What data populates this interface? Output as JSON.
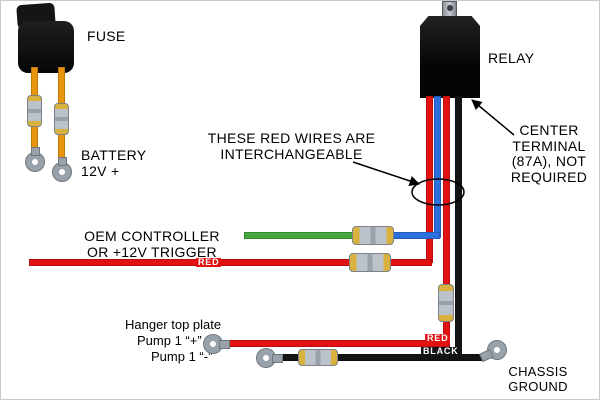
{
  "fuse": {
    "label": "FUSE"
  },
  "relay": {
    "label": "RELAY"
  },
  "battery": {
    "line1": "BATTERY",
    "line2": "12V +"
  },
  "notes": {
    "interchangeable_line1": "THESE RED WIRES ARE",
    "interchangeable_line2": "INTERCHANGEABLE",
    "center_terminal_line1": "CENTER",
    "center_terminal_line2": "TERMINAL",
    "center_terminal_line3": "(87A), NOT",
    "center_terminal_line4": "REQUIRED"
  },
  "oem": {
    "line1": "OEM CONTROLLER",
    "line2": "OR +12V TRIGGER"
  },
  "wire_tags": {
    "trigger": "RED",
    "pump_positive": "RED",
    "pump_negative": "BLACK"
  },
  "pumps": {
    "hanger": "Hanger top plate",
    "positive": "Pump 1 “+”",
    "negative": "Pump 1 “-”"
  },
  "ground": {
    "line1": "CHASSIS",
    "line2": "GROUND"
  },
  "colors": {
    "wire-orange": "#e8940c",
    "wire-red": "#e31212",
    "wire-blue": "#2e6fe0",
    "wire-green": "#44a83e",
    "wire-black": "#141414",
    "conn-silver": "#bcc2c9",
    "conn-gold": "#d8b13f",
    "terminal-gray": "#99a1aa"
  }
}
